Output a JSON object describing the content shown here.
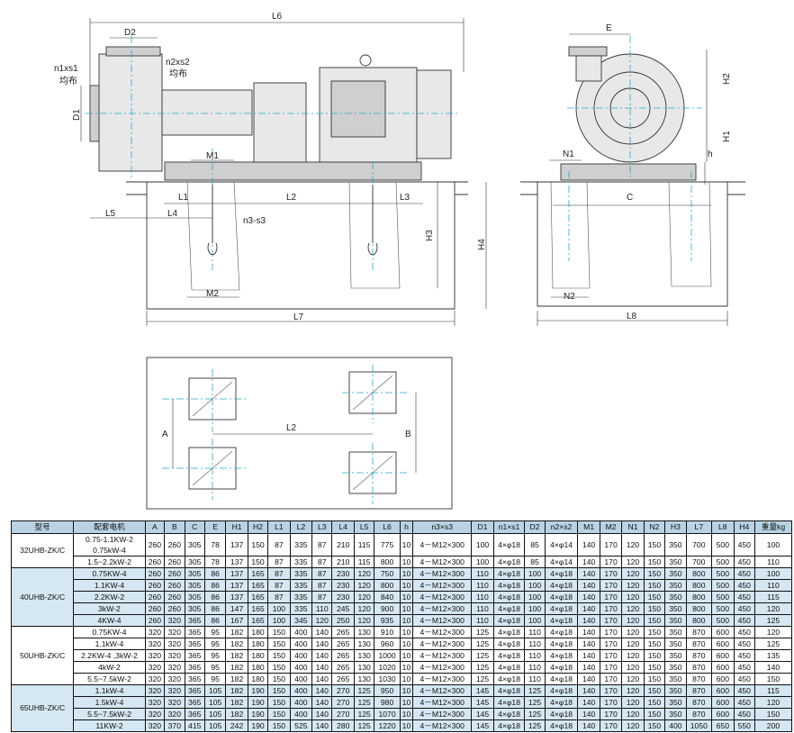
{
  "drawing": {
    "front_view": {
      "L6": "L6",
      "D2": "D2",
      "n1xs1": "n1xs1",
      "n1_note": "均布",
      "n2xs2": "n2xs2",
      "n2_note": "均布",
      "D1": "D1",
      "M1": "M1",
      "L1": "L1",
      "L2": "L2",
      "L3": "L3",
      "L5": "L5",
      "L4": "L4",
      "n3s3": "n3-s3",
      "H3": "H3",
      "H4": "H4",
      "M2": "M2",
      "L7": "L7"
    },
    "side_view": {
      "E": "E",
      "H2": "H2",
      "H1": "H1",
      "N1": "N1",
      "h": "h",
      "C": "C",
      "N2": "N2",
      "L8": "L8"
    },
    "plan_view": {
      "A": "A",
      "L2": "L2",
      "B": "B"
    }
  },
  "table": {
    "headers": [
      "型号",
      "配套电机",
      "A",
      "B",
      "C",
      "E",
      "H1",
      "H2",
      "L1",
      "L2",
      "L3",
      "L4",
      "L5",
      "L6",
      "h",
      "n3×s3",
      "D1",
      "n1×s1",
      "D2",
      "n2×s2",
      "M1",
      "M2",
      "N1",
      "N2",
      "H3",
      "L7",
      "L8",
      "H4",
      "重量kg"
    ],
    "groups": [
      {
        "model": "32UHB-ZK/C",
        "shade": "white",
        "rows": [
          {
            "motor": "0.75-1.1KW-2 0.75kW-4",
            "motor_lines": [
              "0.75-1.1KW-2",
              "0.75kW-4"
            ],
            "values": [
              "260",
              "260",
              "305",
              "78",
              "137",
              "150",
              "87",
              "335",
              "87",
              "210",
              "115",
              "775",
              "10",
              "4－M12×300",
              "100",
              "4×φ18",
              "85",
              "4×φ14",
              "140",
              "170",
              "120",
              "150",
              "350",
              "700",
              "500",
              "450",
              "100"
            ]
          },
          {
            "motor": "1.5~2.2kW-2",
            "values": [
              "260",
              "260",
              "305",
              "78",
              "137",
              "150",
              "87",
              "335",
              "87",
              "210",
              "115",
              "800",
              "10",
              "4－M12×300",
              "100",
              "4×φ18",
              "85",
              "4×φ14",
              "140",
              "170",
              "120",
              "150",
              "350",
              "700",
              "500",
              "450",
              "110"
            ]
          }
        ]
      },
      {
        "model": "40UHB-ZK/C",
        "shade": "blue",
        "rows": [
          {
            "motor": "0.75KW-4",
            "values": [
              "260",
              "260",
              "305",
              "86",
              "137",
              "165",
              "87",
              "335",
              "87",
              "230",
              "120",
              "750",
              "10",
              "4－M12×300",
              "110",
              "4×φ18",
              "100",
              "4×φ18",
              "140",
              "170",
              "120",
              "150",
              "350",
              "800",
              "500",
              "450",
              "100"
            ]
          },
          {
            "motor": "1.1KW-4",
            "values": [
              "260",
              "260",
              "305",
              "86",
              "137",
              "165",
              "87",
              "335",
              "87",
              "230",
              "120",
              "800",
              "10",
              "4－M12×300",
              "110",
              "4×φ18",
              "100",
              "4×φ18",
              "140",
              "170",
              "120",
              "150",
              "350",
              "800",
              "500",
              "450",
              "110"
            ]
          },
          {
            "motor": "2.2KW-2",
            "values": [
              "260",
              "260",
              "305",
              "86",
              "137",
              "165",
              "87",
              "335",
              "87",
              "230",
              "120",
              "840",
              "10",
              "4－M12×300",
              "110",
              "4×φ18",
              "100",
              "4×φ18",
              "140",
              "170",
              "120",
              "150",
              "350",
              "800",
              "500",
              "450",
              "115"
            ]
          },
          {
            "motor": "3kW-2",
            "values": [
              "260",
              "260",
              "305",
              "86",
              "147",
              "165",
              "100",
              "335",
              "110",
              "245",
              "120",
              "900",
              "10",
              "4－M12×300",
              "110",
              "4×φ18",
              "100",
              "4×φ18",
              "140",
              "170",
              "120",
              "150",
              "350",
              "800",
              "500",
              "450",
              "120"
            ]
          },
          {
            "motor": "4KW-4",
            "values": [
              "260",
              "320",
              "365",
              "86",
              "167",
              "165",
              "100",
              "345",
              "120",
              "250",
              "120",
              "935",
              "10",
              "4－M12×300",
              "110",
              "4×φ18",
              "100",
              "4×φ18",
              "140",
              "170",
              "120",
              "150",
              "350",
              "800",
              "500",
              "450",
              "125"
            ]
          }
        ]
      },
      {
        "model": "50UHB-ZK/C",
        "shade": "white",
        "rows": [
          {
            "motor": "0.75KW-4",
            "values": [
              "320",
              "320",
              "365",
              "95",
              "182",
              "180",
              "150",
              "400",
              "140",
              "265",
              "130",
              "910",
              "10",
              "4－M12×300",
              "125",
              "4×φ18",
              "110",
              "4×φ18",
              "140",
              "170",
              "120",
              "150",
              "350",
              "870",
              "600",
              "450",
              "120"
            ]
          },
          {
            "motor": "1.1kW-4",
            "values": [
              "320",
              "320",
              "365",
              "95",
              "182",
              "180",
              "150",
              "400",
              "140",
              "265",
              "130",
              "960",
              "10",
              "4－M12×300",
              "125",
              "4×φ18",
              "110",
              "4×φ18",
              "140",
              "170",
              "120",
              "150",
              "350",
              "870",
              "600",
              "450",
              "125"
            ]
          },
          {
            "motor": "2.2KW-4 ,3kW-2",
            "values": [
              "320",
              "320",
              "365",
              "95",
              "182",
              "180",
              "150",
              "400",
              "140",
              "265",
              "130",
              "1000",
              "10",
              "4－M12×300",
              "125",
              "4×φ18",
              "110",
              "4×φ18",
              "140",
              "170",
              "120",
              "150",
              "350",
              "870",
              "600",
              "450",
              "135"
            ]
          },
          {
            "motor": "4kW-2",
            "values": [
              "320",
              "320",
              "365",
              "95",
              "182",
              "180",
              "150",
              "400",
              "140",
              "265",
              "130",
              "1020",
              "10",
              "4－M12×300",
              "125",
              "4×φ18",
              "110",
              "4×φ18",
              "140",
              "170",
              "120",
              "150",
              "350",
              "870",
              "600",
              "450",
              "140"
            ]
          },
          {
            "motor": "5.5~7.5kW-2",
            "values": [
              "320",
              "320",
              "365",
              "95",
              "182",
              "180",
              "150",
              "400",
              "140",
              "265",
              "130",
              "1030",
              "10",
              "4－M12×300",
              "125",
              "4×φ18",
              "110",
              "4×φ18",
              "140",
              "170",
              "120",
              "150",
              "350",
              "870",
              "600",
              "450",
              "150"
            ]
          }
        ]
      },
      {
        "model": "65UHB-ZK/C",
        "shade": "blue",
        "rows": [
          {
            "motor": "1.1kW-4",
            "values": [
              "320",
              "320",
              "365",
              "105",
              "182",
              "190",
              "150",
              "400",
              "140",
              "270",
              "125",
              "950",
              "10",
              "4－M12×300",
              "145",
              "4×φ18",
              "125",
              "4×φ18",
              "140",
              "170",
              "120",
              "150",
              "350",
              "870",
              "600",
              "450",
              "115"
            ]
          },
          {
            "motor": "1.5kW-4",
            "values": [
              "320",
              "320",
              "365",
              "105",
              "182",
              "190",
              "150",
              "400",
              "140",
              "270",
              "125",
              "980",
              "10",
              "4－M12×300",
              "145",
              "4×φ18",
              "125",
              "4×φ18",
              "140",
              "170",
              "120",
              "150",
              "350",
              "870",
              "600",
              "450",
              "120"
            ]
          },
          {
            "motor": "5.5~7.5kW-2",
            "values": [
              "320",
              "320",
              "365",
              "105",
              "182",
              "190",
              "150",
              "400",
              "140",
              "270",
              "125",
              "1070",
              "10",
              "4－M12×300",
              "145",
              "4×φ18",
              "125",
              "4×φ18",
              "140",
              "170",
              "120",
              "150",
              "350",
              "870",
              "600",
              "450",
              "150"
            ]
          },
          {
            "motor": "11KW-2",
            "values": [
              "320",
              "370",
              "415",
              "105",
              "242",
              "190",
              "150",
              "525",
              "140",
              "280",
              "125",
              "1220",
              "10",
              "4－M12×300",
              "145",
              "4×φ18",
              "125",
              "4×φ18",
              "140",
              "170",
              "120",
              "150",
              "400",
              "1050",
              "650",
              "550",
              "200"
            ]
          }
        ]
      }
    ]
  }
}
